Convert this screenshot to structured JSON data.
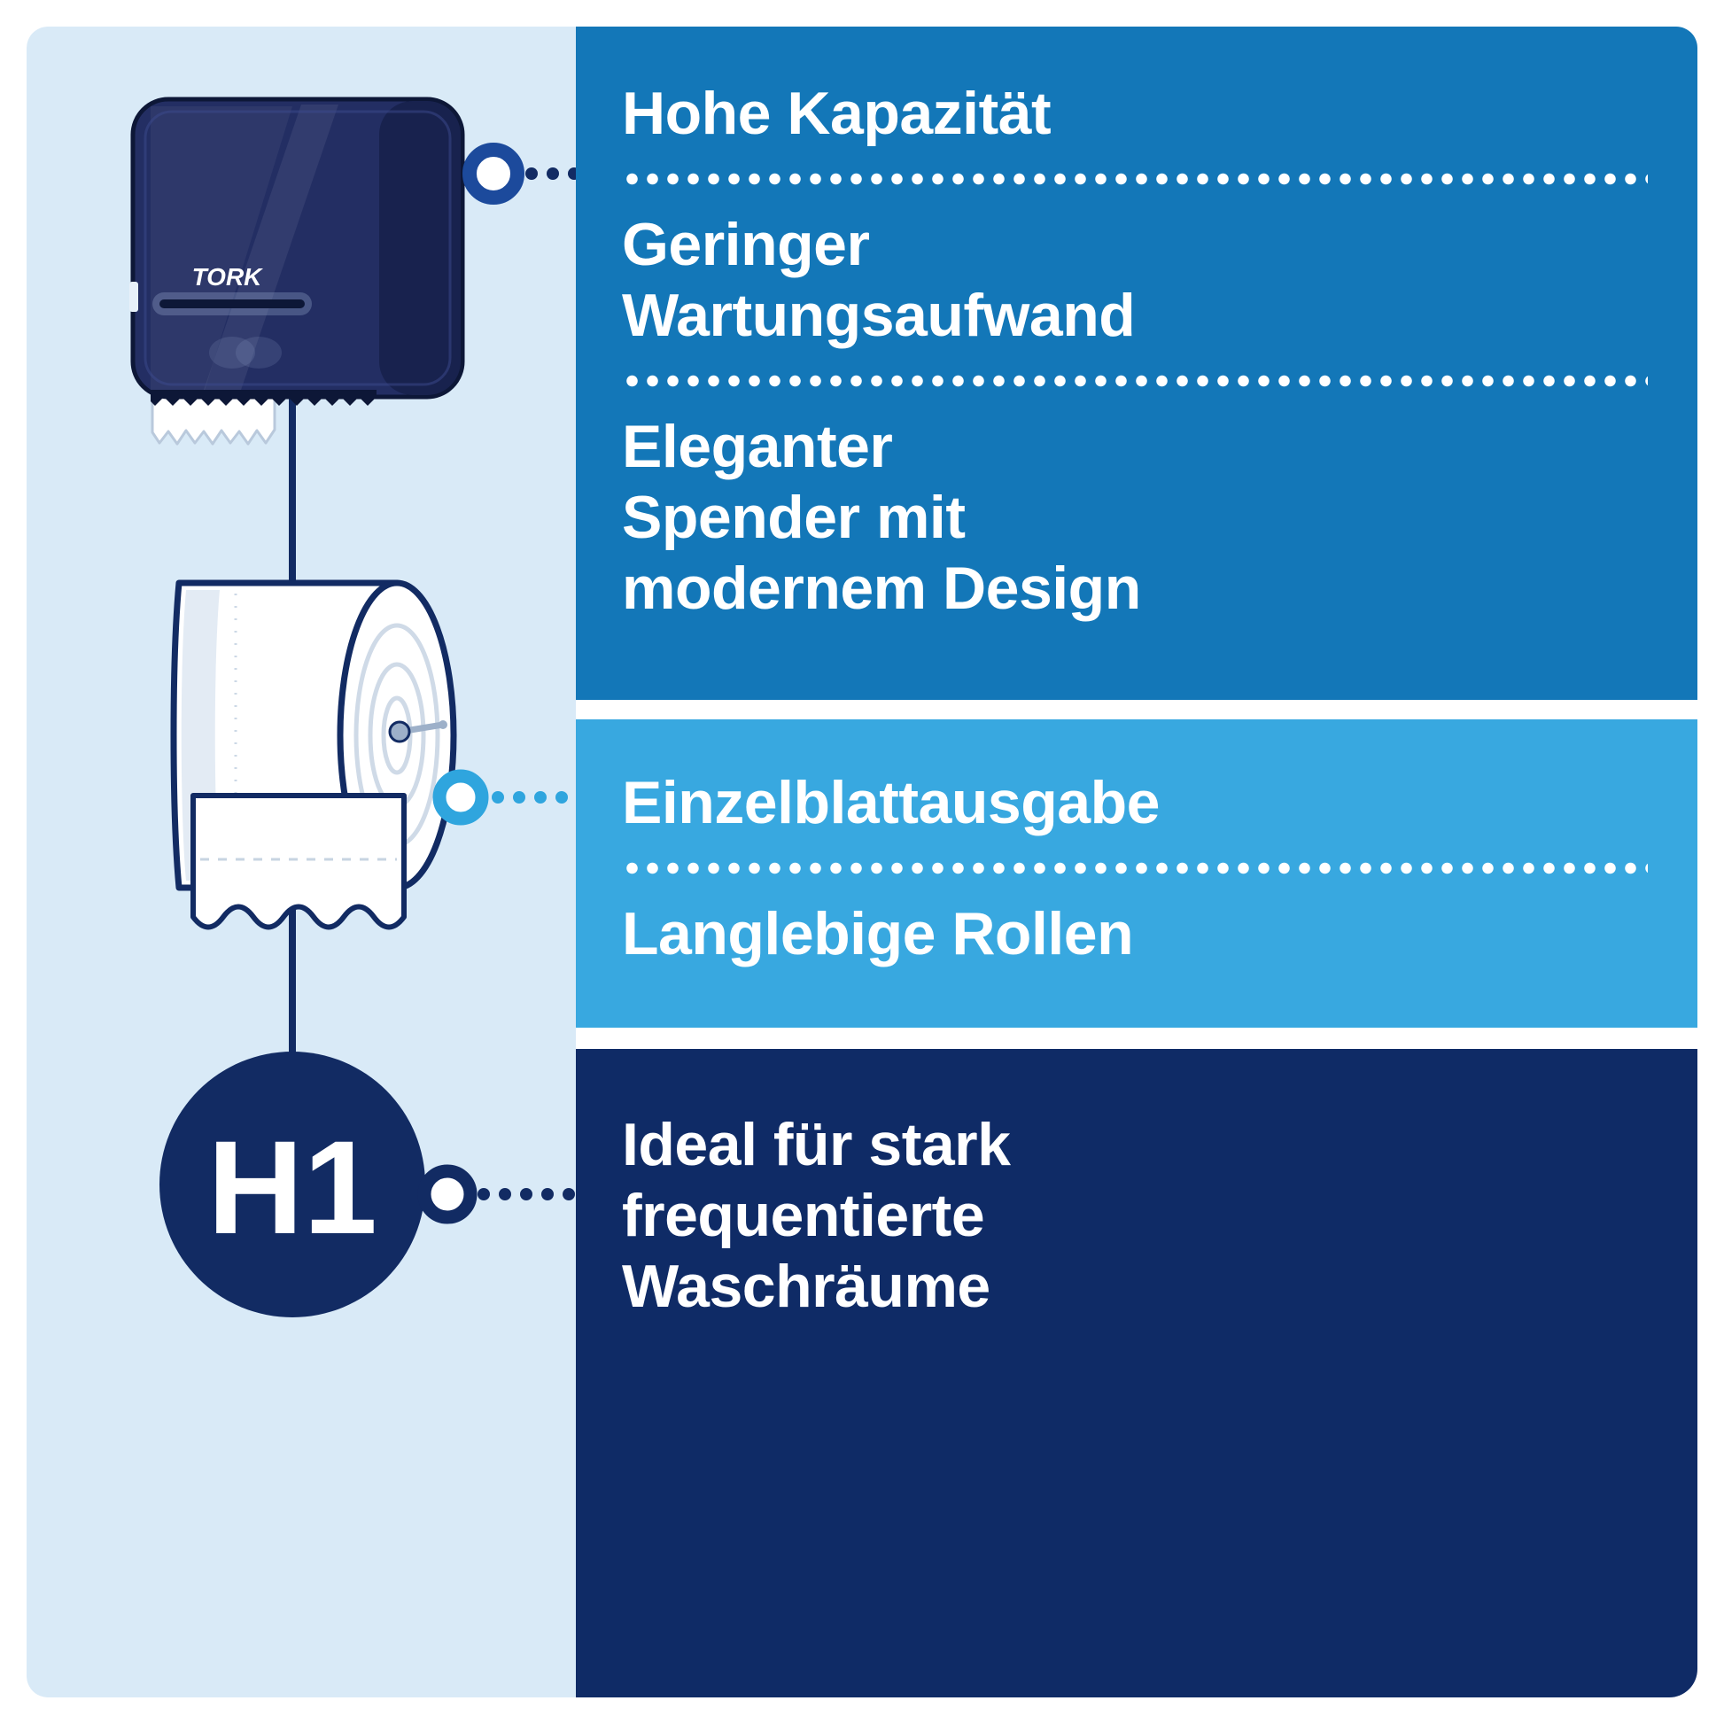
{
  "illustration": {
    "dispenser_label": "TORK",
    "system_code": "H1"
  },
  "panels": {
    "primary": {
      "items": [
        "Hohe Kapazität",
        "Geringer\nWartungsaufwand",
        "Eleganter\nSpender mit\nmodernem Design"
      ]
    },
    "secondary": {
      "items": [
        "Einzelblattausgabe",
        "Langlebige Rollen"
      ]
    },
    "usage": {
      "items": [
        "Ideal für stark\nfrequentierte\nWaschräume"
      ]
    }
  },
  "colors": {
    "background_light_blue": "#d9eaf7",
    "panel_blue": "#1377b8",
    "panel_light_blue": "#38a8e0",
    "panel_navy": "#0f2b66",
    "illustration_navy": "#122b63",
    "ring_blue": "#1c4a9c",
    "text_white": "#ffffff"
  }
}
